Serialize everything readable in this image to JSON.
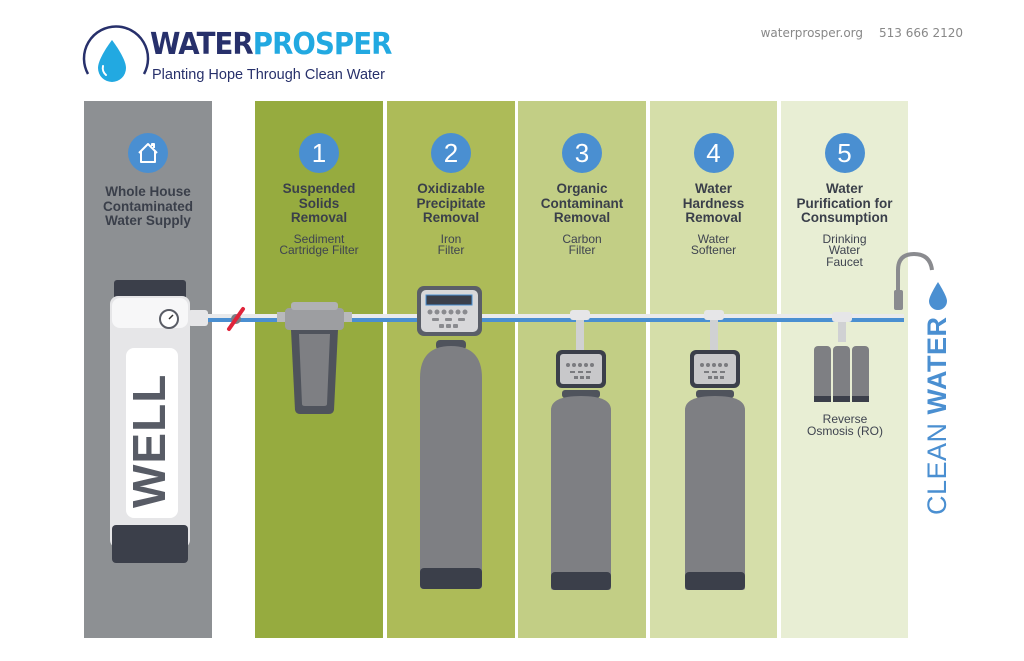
{
  "header": {
    "brand_part1": "WATER",
    "brand_part2": "PROSPER",
    "tagline": "Planting Hope Through Clean Water",
    "website": "waterprosper.org",
    "phone": "513 666 2120"
  },
  "source": {
    "icon": "house-icon",
    "title_lines": [
      "Whole House",
      "Contaminated",
      "Water Supply"
    ],
    "equipment_label": "WELL"
  },
  "stages": [
    {
      "number": "1",
      "title_lines": [
        "Suspended",
        "Solids",
        "Removal"
      ],
      "equipment_lines": [
        "Sediment",
        "Cartridge Filter"
      ]
    },
    {
      "number": "2",
      "title_lines": [
        "Oxidizable",
        "Precipitate",
        "Removal"
      ],
      "equipment_lines": [
        "Iron",
        "Filter"
      ]
    },
    {
      "number": "3",
      "title_lines": [
        "Organic",
        "Contaminant",
        "Removal"
      ],
      "equipment_lines": [
        "Carbon",
        "Filter"
      ]
    },
    {
      "number": "4",
      "title_lines": [
        "Water",
        "Hardness",
        "Removal"
      ],
      "equipment_lines": [
        "Water",
        "Softener"
      ]
    },
    {
      "number": "5",
      "title_lines": [
        "Water",
        "Purification for",
        "Consumption"
      ],
      "equipment_lines": [
        "Drinking",
        "Water",
        "Faucet"
      ]
    }
  ],
  "ro_label_lines": [
    "Reverse",
    "Osmosis (RO)"
  ],
  "output": {
    "label_light": "CLEAN ",
    "label_bold": "WATER"
  },
  "colors": {
    "brand_dark": "#27306b",
    "brand_light": "#22a9e1",
    "badge_blue": "#4a8fd1",
    "source_gray": "#8d9093",
    "stage1": "#96ab3f",
    "stage2": "#adbb58",
    "stage3": "#c2ce85",
    "stage4": "#d5dea9",
    "stage5": "#e8eed4",
    "valve_red": "#e0243a"
  }
}
